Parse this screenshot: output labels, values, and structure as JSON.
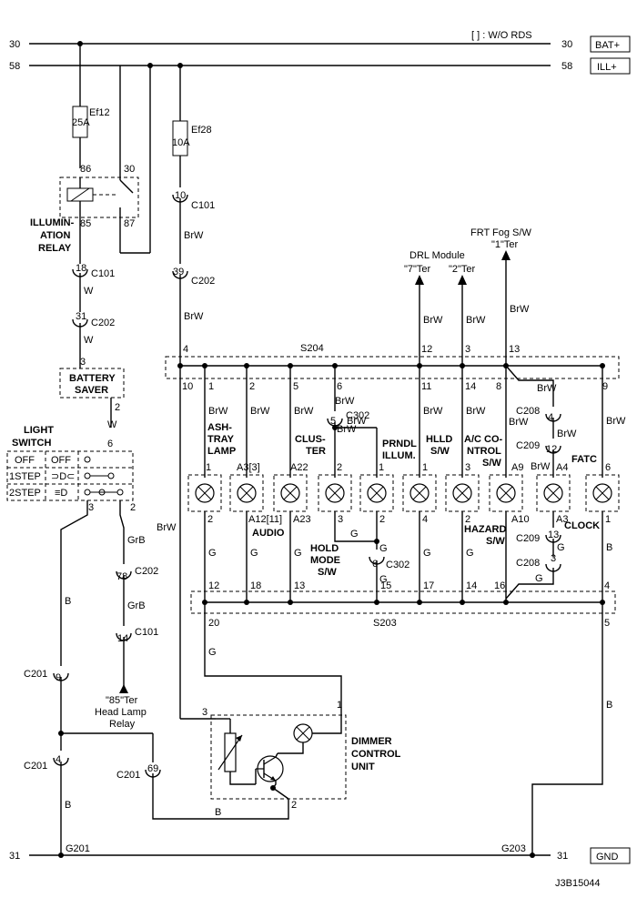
{
  "rails": {
    "bat_num": "30",
    "ill_num": "58",
    "gnd_num": "31",
    "bat_tag": "BAT+",
    "ill_tag": "ILL+",
    "gnd_tag": "GND",
    "rds_note": "[ ] : W/O RDS"
  },
  "fuses": {
    "ef12_name": "Ef12",
    "ef12_rating": "25A",
    "ef28_name": "Ef28",
    "ef28_rating": "10A"
  },
  "relay": {
    "line1": "ILLUMIN-",
    "line2": "ATION",
    "line3": "RELAY",
    "p86": "86",
    "p85": "85",
    "p30": "30",
    "p87": "87"
  },
  "connectors": {
    "c101": "C101",
    "c202": "C202",
    "c302": "C302",
    "c201": "C201",
    "c208": "C208",
    "c209": "C209",
    "n18": "18",
    "n31": "31",
    "n10": "10",
    "n39": "39",
    "n78": "78",
    "n14": "14",
    "n9": "9",
    "n4": "4",
    "n69": "69",
    "n5": "5",
    "n6": "6",
    "n4b": "4",
    "n12": "12",
    "n13": "13",
    "n3": "3"
  },
  "wires": {
    "w": "W",
    "brw": "BrW",
    "g": "G",
    "b": "B",
    "grb": "GrB"
  },
  "battery_saver": {
    "line1": "BATTERY",
    "line2": "SAVER",
    "p3": "3",
    "p2": "2"
  },
  "light_switch": {
    "line1": "LIGHT",
    "line2": "SWITCH",
    "off_a": "OFF",
    "off_b": "OFF",
    "step1": "1STEP",
    "step2": "2STEP",
    "p6": "6",
    "p3": "3",
    "p2": "2"
  },
  "headlamp_relay": {
    "line1": "\"85\"Ter",
    "line2": "Head Lamp",
    "line3": "Relay"
  },
  "splices": {
    "s204": "S204",
    "s203": "S203",
    "g201": "G201",
    "g203": "G203"
  },
  "outputs": {
    "drl_line1": "DRL Module",
    "drl_line2a": "\"7\"Ter",
    "drl_line2b": "\"2\"Ter",
    "fog_line1": "FRT Fog S/W",
    "fog_line2": "\"1\"Ter"
  },
  "s204_pins": [
    "4",
    "10",
    "1",
    "2",
    "5",
    "6",
    "12",
    "11",
    "3",
    "14",
    "13",
    "8",
    "9"
  ],
  "s203_pins": [
    "12",
    "20",
    "18",
    "13",
    "15",
    "17",
    "14",
    "16",
    "4",
    "5"
  ],
  "lamps": {
    "ashtray_l1": "ASH-",
    "ashtray_l2": "TRAY",
    "ashtray_l3": "LAMP",
    "audio": "AUDIO",
    "cluster_l1": "CLUS-",
    "cluster_l2": "TER",
    "prndl_l1": "PRNDL",
    "prndl_l2": "ILLUM.",
    "hlld_l1": "HLLD",
    "hlld_l2": "S/W",
    "ac_l1": "A/C CO-",
    "ac_l2": "NTROL",
    "ac_l3": "S/W",
    "hazard_l1": "HAZARD",
    "hazard_l2": "S/W",
    "clock": "CLOCK",
    "fatc": "FATC",
    "hold_l1": "HOLD",
    "hold_l2": "MODE",
    "hold_l3": "S/W",
    "pin_1": "1",
    "pin_2": "2",
    "pin_3": "3",
    "pin_4": "4",
    "pin_5": "5",
    "pin_6": "6",
    "a3": "A3[3]",
    "a12": "A12[11]",
    "a22": "A22",
    "a23": "A23",
    "a9": "A9",
    "a10": "A10",
    "a4": "A4",
    "a3b": "A3"
  },
  "dimmer": {
    "line1": "DIMMER",
    "line2": "CONTROL",
    "line3": "UNIT",
    "p1": "1",
    "p2": "2",
    "p3": "3"
  },
  "diagram_id": "J3B15044"
}
